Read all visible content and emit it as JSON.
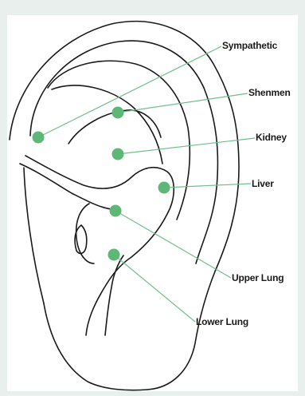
{
  "colors": {
    "background": "#e8efec",
    "panel": "#ffffff",
    "point": "#5db877",
    "leader": "#6fbf8a",
    "outline": "#1a1a1a"
  },
  "points": [
    {
      "key": "sympathetic",
      "label": "Sympathetic"
    },
    {
      "key": "shenmen",
      "label": "Shenmen"
    },
    {
      "key": "kidney",
      "label": "Kidney"
    },
    {
      "key": "liver",
      "label": "Liver"
    },
    {
      "key": "upper_lung",
      "label": "Upper Lung"
    },
    {
      "key": "lower_lung",
      "label": "Lower Lung"
    }
  ]
}
